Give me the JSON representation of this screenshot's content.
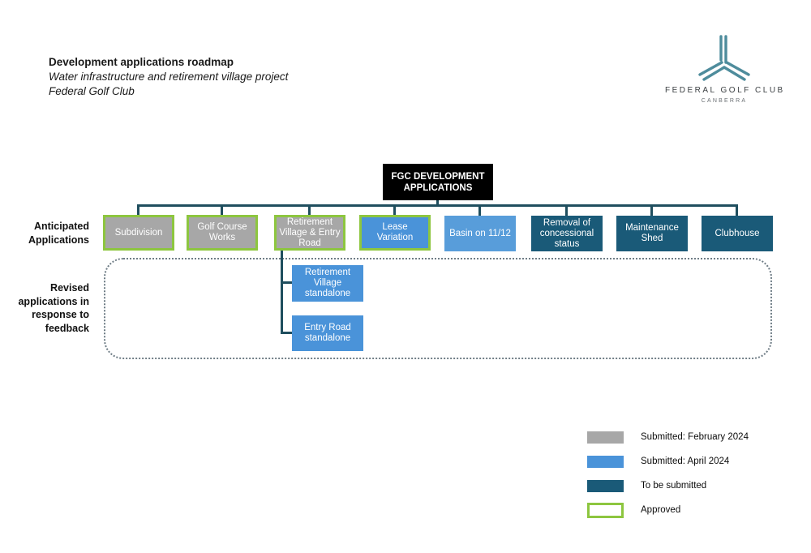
{
  "header": {
    "title": "Development applications roadmap",
    "subtitle": "Water infrastructure and retirement village project",
    "organisation": "Federal Golf Club"
  },
  "logo": {
    "club_name": "FEDERAL GOLF CLUB",
    "city": "CANBERRA"
  },
  "diagram": {
    "root_label": "FGC DEVELOPMENT APPLICATIONS",
    "row_labels": {
      "anticipated": "Anticipated Applications",
      "revised": "Revised applications in response to feedback"
    },
    "anticipated": [
      {
        "label": "Subdivision",
        "status": "submitted-february-2024",
        "approved": true
      },
      {
        "label": "Golf Course Works",
        "status": "submitted-february-2024",
        "approved": true
      },
      {
        "label": "Retirement Village & Entry Road",
        "status": "submitted-february-2024",
        "approved": true
      },
      {
        "label": "Lease Variation",
        "status": "submitted-april-2024",
        "approved": true
      },
      {
        "label": "Basin on 11/12",
        "status": "submitted-april-2024",
        "approved": false
      },
      {
        "label": "Removal of concessional status",
        "status": "to-be-submitted",
        "approved": false
      },
      {
        "label": "Maintenance Shed",
        "status": "to-be-submitted",
        "approved": false
      },
      {
        "label": "Clubhouse",
        "status": "to-be-submitted",
        "approved": false
      }
    ],
    "revised": [
      {
        "label": "Retirement Village standalone",
        "status": "submitted-april-2024",
        "approved": false
      },
      {
        "label": "Entry Road standalone",
        "status": "submitted-april-2024",
        "approved": false
      }
    ]
  },
  "legend": {
    "items": [
      {
        "key": "submitted-february-2024",
        "label": "Submitted: February 2024"
      },
      {
        "key": "submitted-april-2024",
        "label": "Submitted: April 2024"
      },
      {
        "key": "to-be-submitted",
        "label": "To be submitted"
      },
      {
        "key": "approved",
        "label": "Approved"
      }
    ]
  },
  "colors": {
    "submitted_feb_gray": "#a7a7a7",
    "submitted_apr_blue": "#4a93d9",
    "basin_blue": "#589dda",
    "to_be_submitted_teal": "#1a5a78",
    "approved_green": "#8dc63f",
    "connector_line": "#1f4e5e",
    "root_box_black": "#000000",
    "logo_teal": "#4e8c9c"
  }
}
